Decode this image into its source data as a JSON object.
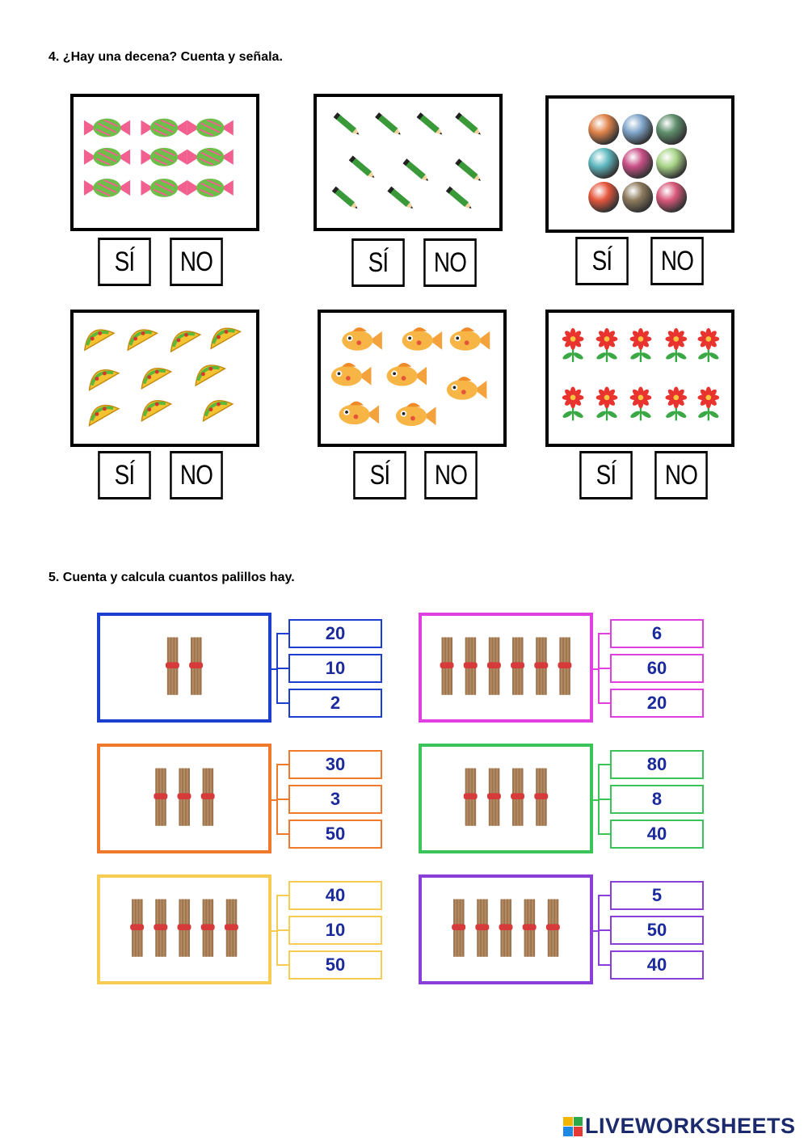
{
  "q4": {
    "title": "4. ¿Hay una decena? Cuenta y señala.",
    "yes_label": "SÍ",
    "no_label": "NO",
    "sets": [
      {
        "name": "candies",
        "count": 9
      },
      {
        "name": "pencils",
        "count": 10
      },
      {
        "name": "marbles",
        "count": 9
      },
      {
        "name": "tacos",
        "count": 10
      },
      {
        "name": "fish",
        "count": 8
      },
      {
        "name": "flowers",
        "count": 10
      }
    ]
  },
  "q5": {
    "title": "5. Cuenta y calcula cuantos palillos hay.",
    "groups": [
      {
        "bundles": 2,
        "color": "#1d3fcf",
        "options": [
          "20",
          "10",
          "2"
        ]
      },
      {
        "bundles": 6,
        "color": "#e040e0",
        "options": [
          "6",
          "60",
          "20"
        ]
      },
      {
        "bundles": 3,
        "color": "#f07a2c",
        "options": [
          "30",
          "3",
          "50"
        ]
      },
      {
        "bundles": 4,
        "color": "#3cc45a",
        "options": [
          "80",
          "8",
          "40"
        ]
      },
      {
        "bundles": 5,
        "color": "#f6cc55",
        "options": [
          "40",
          "10",
          "50"
        ]
      },
      {
        "bundles": 5,
        "color": "#8a3fd8",
        "options": [
          "5",
          "50",
          "40"
        ]
      }
    ],
    "option_text_color": "#1b2a9c"
  },
  "footer": {
    "logo_text": "LIVEWORKSHEETS",
    "logo_colors": [
      "#f2b600",
      "#2ca84a",
      "#1e88e5",
      "#e53935"
    ]
  }
}
